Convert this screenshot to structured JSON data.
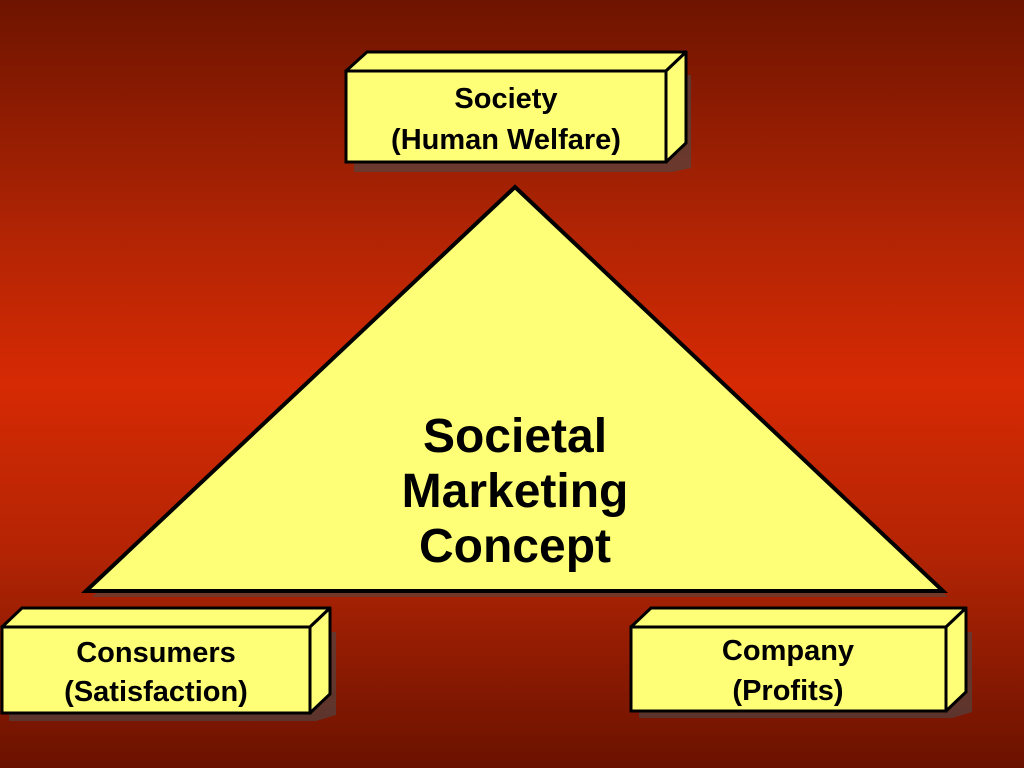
{
  "colors": {
    "background_top": "#6e1400",
    "background_mid": "#d62a04",
    "shape_fill": "#ffff77",
    "box_side": "#ffff77",
    "outline": "#000000",
    "shadow": "#4a4a4a"
  },
  "diagram": {
    "center": {
      "lines": [
        "Societal",
        "Marketing",
        "Concept"
      ]
    },
    "top_box": {
      "line1": "Society",
      "line2": "(Human Welfare)"
    },
    "left_box": {
      "line1": "Consumers",
      "line2": "(Satisfaction)"
    },
    "right_box": {
      "line1": "Company",
      "line2": "(Profits)"
    }
  }
}
